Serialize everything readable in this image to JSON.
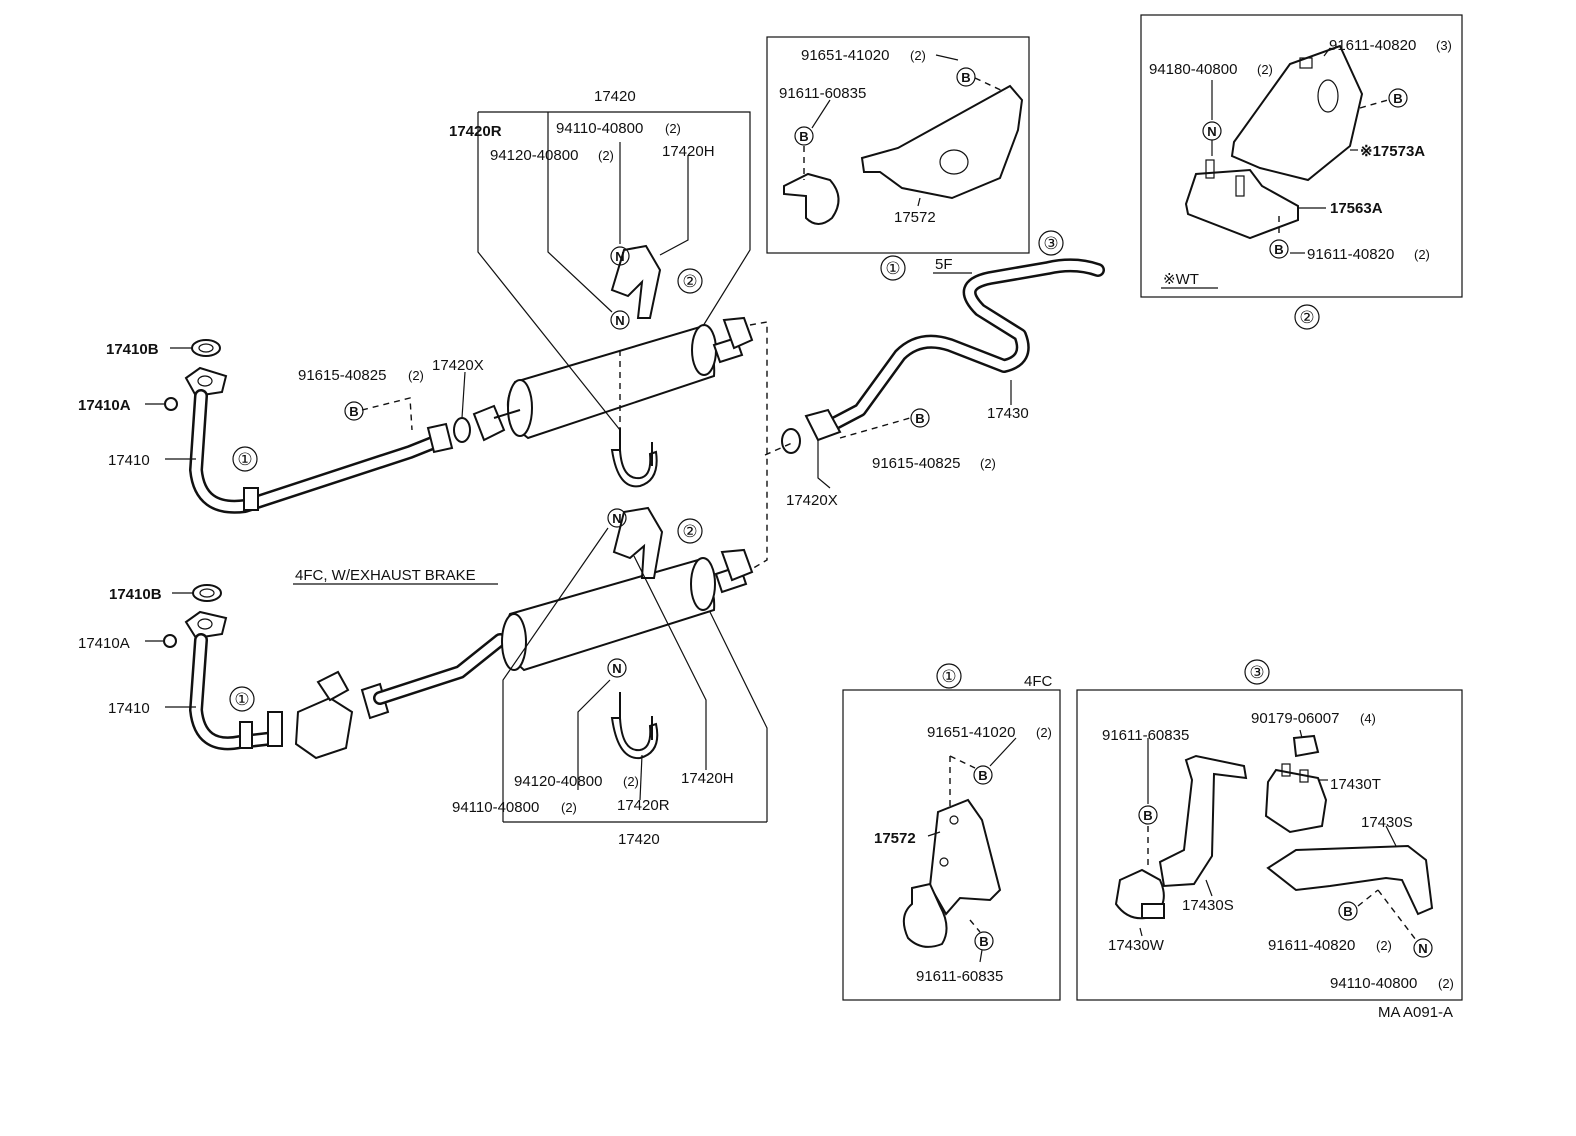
{
  "diagram": {
    "code": "MA A091-A",
    "variant_labels": {
      "lower_system": "4FC, W/EXHAUST BRAKE",
      "wt": "※WT",
      "five_f": "5F",
      "four_fc": "4FC"
    },
    "callout_numbers": {
      "one": "①",
      "two": "②",
      "three": "③"
    },
    "symbols": {
      "bolt": "B",
      "nut": "N"
    },
    "main_labels": {
      "p17410B_a": "17410B",
      "p17410A_a": "17410A",
      "p17410_a": "17410",
      "p91615_a": "91615-40825",
      "qty2": "(2)",
      "p17420X_a": "17420X",
      "p17420_top": "17420",
      "p17420R_a": "17420R",
      "p94110_a": "94110-40800",
      "p94120_a": "94120-40800",
      "p17420H_a": "17420H",
      "p17430": "17430",
      "p91615_b": "91615-40825",
      "p17420X_b": "17420X",
      "p17410B_b": "17410B",
      "p17410A_b": "17410A",
      "p17410_b": "17410",
      "p94120_b": "94120-40800",
      "p94110_b": "94110-40800",
      "p17420R_b": "17420R",
      "p17420H_b": "17420H",
      "p17420_bot": "17420"
    },
    "inset1_5f": {
      "p91651": "91651-41020",
      "p91611": "91611-60835",
      "p17572": "17572"
    },
    "inset2_wt": {
      "p91611_top": "91611-40820",
      "qty3": "(3)",
      "p94180": "94180-40800",
      "p17573A": "※17573A",
      "p17563A": "17563A",
      "p91611_bot": "91611-40820"
    },
    "inset1_4fc": {
      "p91651": "91651-41020",
      "p17572": "17572",
      "p91611": "91611-60835"
    },
    "inset3": {
      "p90179": "90179-06007",
      "qty4": "(4)",
      "p91611_60835": "91611-60835",
      "p17430T": "17430T",
      "p17430S_a": "17430S",
      "p17430S_b": "17430S",
      "p17430W": "17430W",
      "p91611_40820": "91611-40820",
      "p94110": "94110-40800"
    }
  }
}
